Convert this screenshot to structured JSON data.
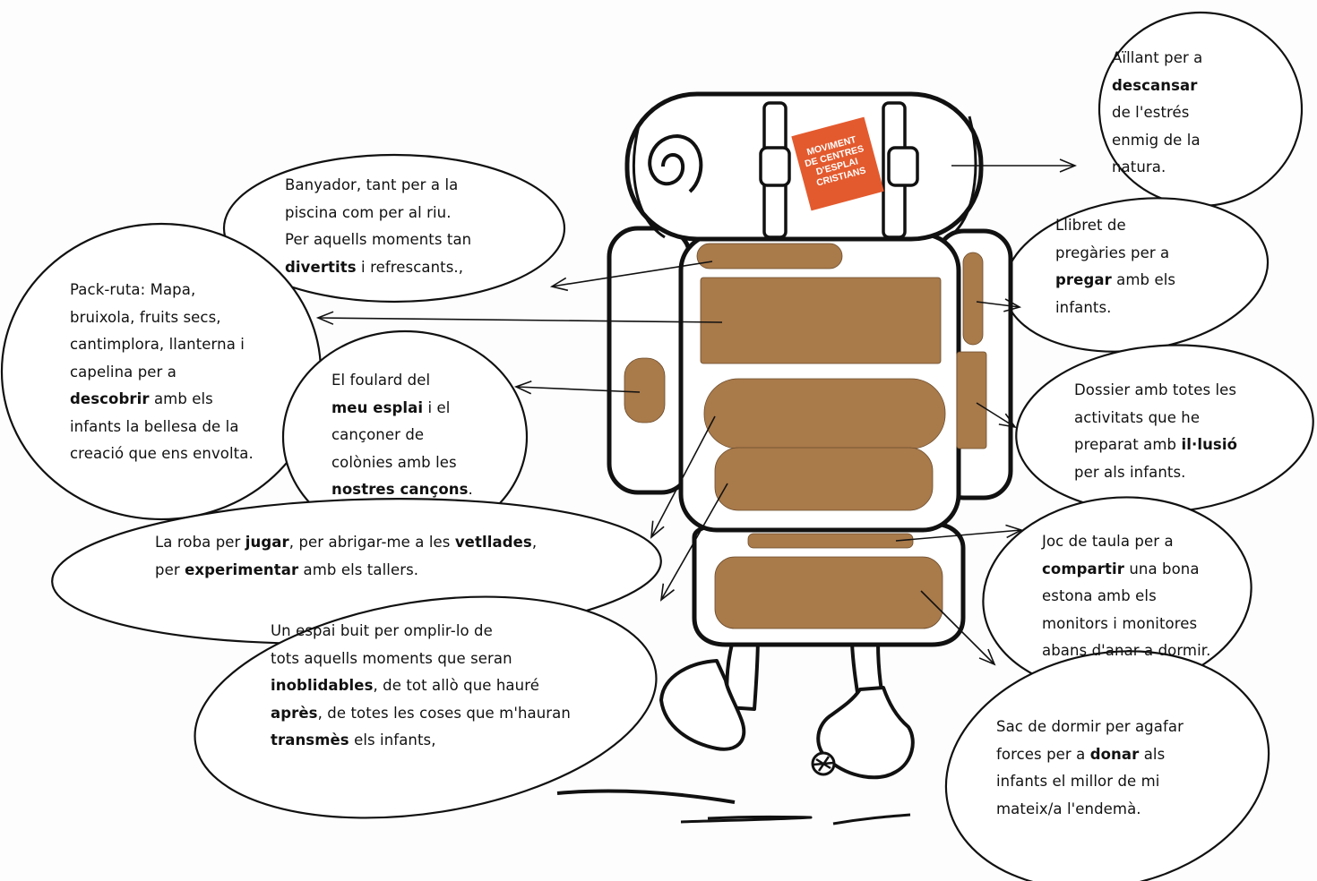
{
  "colors": {
    "pocket": "#A97A4A",
    "logo_bg": "#E35A2E",
    "ink": "#111111"
  },
  "logo": {
    "lines": [
      "MOVIMENT",
      "DE CENTRES",
      "D'ESPLAI",
      "CRISTIANS"
    ]
  },
  "icons": [
    "backpack-icon",
    "sleeping-mat-icon",
    "hiking-boot-icon",
    "arrow-icon"
  ],
  "bubbles": {
    "aillant": [
      [
        {
          "t": "Aïllant per a"
        }
      ],
      [
        {
          "t": "descansar",
          "b": true
        }
      ],
      [
        {
          "t": "de l'estrés"
        }
      ],
      [
        {
          "t": "enmig de la"
        }
      ],
      [
        {
          "t": "natura."
        }
      ]
    ],
    "banyador": [
      [
        {
          "t": "Banyador, tant per a la"
        }
      ],
      [
        {
          "t": "piscina com per al riu."
        }
      ],
      [
        {
          "t": "Per aquells moments tan"
        }
      ],
      [
        {
          "t": "divertits",
          "b": true
        },
        {
          "t": " i refrescants.,"
        }
      ]
    ],
    "llibret": [
      [
        {
          "t": "Llibret de"
        }
      ],
      [
        {
          "t": "pregàries per a"
        }
      ],
      [
        {
          "t": "pregar",
          "b": true
        },
        {
          "t": " amb els"
        }
      ],
      [
        {
          "t": "infants."
        }
      ]
    ],
    "packruta": [
      [
        {
          "t": "Pack-ruta: Mapa,"
        }
      ],
      [
        {
          "t": "bruixola, fruits secs,"
        }
      ],
      [
        {
          "t": "cantimplora, llanterna i"
        }
      ],
      [
        {
          "t": "capelina per a"
        }
      ],
      [
        {
          "t": "descobrir",
          "b": true
        },
        {
          "t": " amb els"
        }
      ],
      [
        {
          "t": "infants la bellesa de la"
        }
      ],
      [
        {
          "t": "creació que ens envolta."
        }
      ]
    ],
    "foulard": [
      [
        {
          "t": "El foulard del"
        }
      ],
      [
        {
          "t": "meu esplai",
          "b": true
        },
        {
          "t": " i el"
        }
      ],
      [
        {
          "t": "cançoner de"
        }
      ],
      [
        {
          "t": "colònies amb les"
        }
      ],
      [
        {
          "t": "nostres cançons",
          "b": true
        },
        {
          "t": "."
        }
      ]
    ],
    "dossier": [
      [
        {
          "t": "Dossier amb totes les"
        }
      ],
      [
        {
          "t": "activitats que he"
        }
      ],
      [
        {
          "t": "preparat amb "
        },
        {
          "t": "il·lusió",
          "b": true
        }
      ],
      [
        {
          "t": "per als infants."
        }
      ]
    ],
    "roba": [
      [
        {
          "t": "La roba per "
        },
        {
          "t": "jugar",
          "b": true
        },
        {
          "t": ", per abrigar-me a les "
        },
        {
          "t": "vetllades",
          "b": true
        },
        {
          "t": ","
        }
      ],
      [
        {
          "t": "per "
        },
        {
          "t": "experimentar",
          "b": true
        },
        {
          "t": " amb els tallers."
        }
      ]
    ],
    "joc": [
      [
        {
          "t": "Joc de taula per a"
        }
      ],
      [
        {
          "t": "compartir",
          "b": true
        },
        {
          "t": " una bona"
        }
      ],
      [
        {
          "t": "estona amb els"
        }
      ],
      [
        {
          "t": "monitors i monitores"
        }
      ],
      [
        {
          "t": "abans d'anar a dormir."
        }
      ]
    ],
    "espai": [
      [
        {
          "t": "Un espai buit per omplir-lo de"
        }
      ],
      [
        {
          "t": "tots aquells moments que seran"
        }
      ],
      [
        {
          "t": "inoblidables",
          "b": true
        },
        {
          "t": ", de tot allò que hauré"
        }
      ],
      [
        {
          "t": "après",
          "b": true
        },
        {
          "t": ", de totes les coses que m'hauran"
        }
      ],
      [
        {
          "t": "transmès",
          "b": true
        },
        {
          "t": " els infants,"
        }
      ]
    ],
    "sac": [
      [
        {
          "t": "Sac de dormir per agafar"
        }
      ],
      [
        {
          "t": "forces per a "
        },
        {
          "t": "donar",
          "b": true
        },
        {
          "t": " als"
        }
      ],
      [
        {
          "t": "infants el millor de mi"
        }
      ],
      [
        {
          "t": "mateix/a l'endemà."
        }
      ]
    ]
  }
}
